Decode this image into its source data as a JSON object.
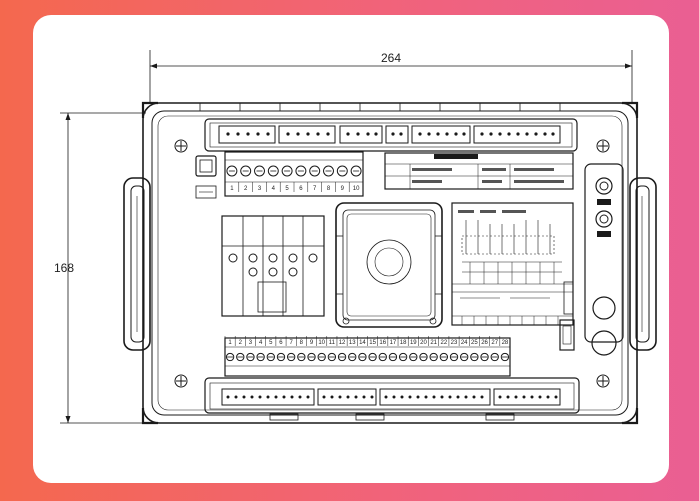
{
  "dimensions": {
    "width_label": "264",
    "height_label": "168"
  },
  "terminals": {
    "top_row_labels": [
      "1",
      "2",
      "3",
      "4",
      "5",
      "6",
      "7",
      "8",
      "9",
      "10"
    ],
    "bottom_row_labels": [
      "1",
      "2",
      "3",
      "4",
      "5",
      "6",
      "7",
      "8",
      "9",
      "10",
      "11",
      "12",
      "13",
      "14",
      "15",
      "16",
      "17",
      "18",
      "19",
      "20",
      "21",
      "22",
      "23",
      "24",
      "25",
      "26",
      "27",
      "28"
    ]
  },
  "colors": {
    "background_left": "#f4684e",
    "background_right": "#ea5f93",
    "line": "#1a1a1a"
  }
}
